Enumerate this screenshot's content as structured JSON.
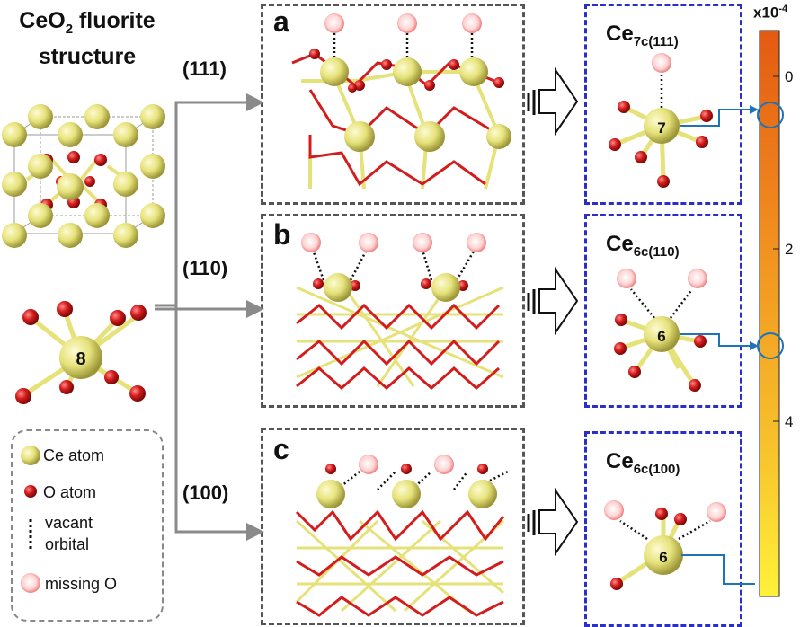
{
  "title": {
    "line1_pre": "CeO",
    "line1_sub": "2",
    "line1_post": " fluorite",
    "line2": "structure"
  },
  "facets": [
    "(111)",
    "(110)",
    "(100)"
  ],
  "panels": [
    {
      "label": "a",
      "ce_main": "Ce",
      "ce_sub": "7c(111)",
      "coord": "7"
    },
    {
      "label": "b",
      "ce_main": "Ce",
      "ce_sub": "6c(110)",
      "coord": "6"
    },
    {
      "label": "c",
      "ce_main": "Ce",
      "ce_sub": "6c(100)",
      "coord": "6"
    }
  ],
  "bulk_coord": "8",
  "legend": {
    "ce": "Ce atom",
    "o": "O atom",
    "vacant1": "vacant",
    "vacant2": "orbital",
    "missing": "missing O"
  },
  "colorbar": {
    "exponent_label": "x10",
    "exponent_sup": "-4",
    "ticks": [
      "0",
      "2",
      "4"
    ]
  },
  "colors": {
    "ce": "#e6e27a",
    "o": "#d41c1c",
    "panel_gray": "#555555",
    "panel_blue": "#2b2ec7",
    "arrow": "#8a8a8a",
    "pointer": "#1f73b7"
  }
}
